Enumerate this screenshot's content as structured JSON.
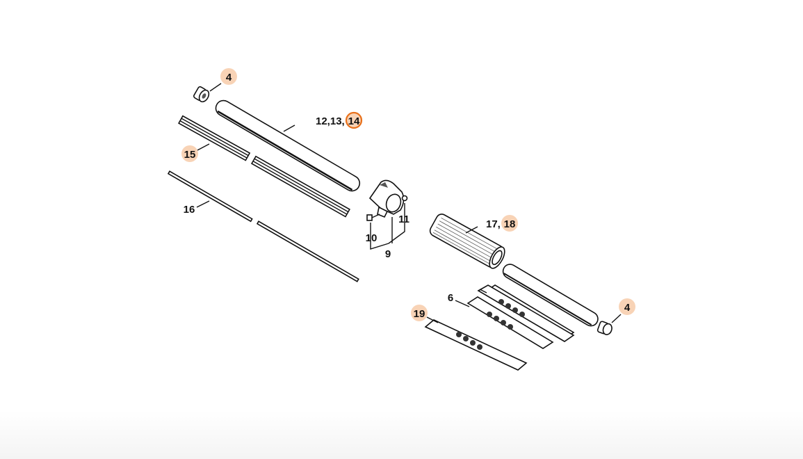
{
  "diagram": {
    "highlight_fill": "#f8d3b6",
    "ring_color": "#e8701a",
    "callouts": {
      "nut_top": "4",
      "tube_prefix": "12,13,",
      "tube_selected": "14",
      "bar": "15",
      "rod": "16",
      "clamp": "9",
      "screw": "10",
      "clamp_nut": "11",
      "grip_prefix": "17,",
      "grip_highlight": "18",
      "nut_bottom": "4",
      "decal": "6",
      "decal_set": "19"
    }
  }
}
